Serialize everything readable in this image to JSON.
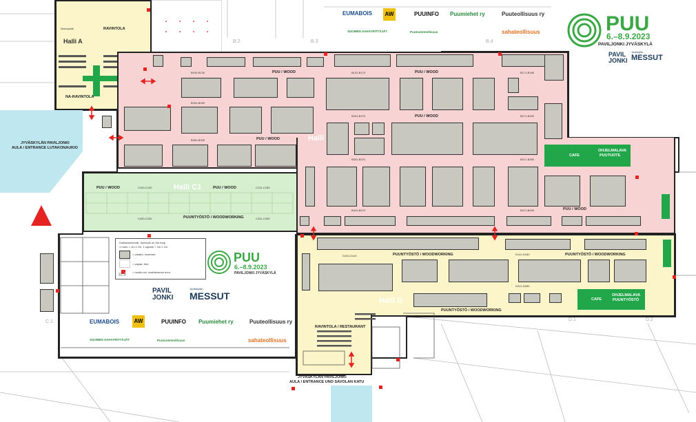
{
  "map": {
    "hall_a": {
      "name": "Halli A",
      "labels": [
        "RAVINTOLA",
        "NA-RAVINTOLA",
        "Noutopiste"
      ]
    },
    "hall_b": {
      "name": "Halli B",
      "wood": "PUU / WOOD",
      "codes": [
        "B100-B130",
        "B131-B170",
        "B171-B180",
        "B200-B250",
        "B251-B270",
        "B271-B290",
        "B300-B330",
        "B331-B370",
        "B371-B390",
        "B431-B470",
        "B471-B490"
      ]
    },
    "hall_c1": {
      "name": "Halli C1",
      "wood": "PUU / WOOD",
      "working": "PUUNTYÖSTÖ / WOODWORKING",
      "codes": [
        "C100-C130",
        "C131-C150",
        "C200-C230",
        "C231-C250"
      ]
    },
    "hall_d": {
      "name": "Halli D",
      "working": "PUUNTYÖSTÖ / WOODWORKING",
      "codes": [
        "D100-D140",
        "D141-D180",
        "D241-D280"
      ],
      "restaurant": "RAVINTOLA / RESTAURANT"
    },
    "stages": [
      {
        "cafe": "CAFE",
        "stage": "OHJELMALAVA",
        "sub": "PUUTUOTE"
      },
      {
        "cafe": "CAFE",
        "stage": "OHJELMALAVA",
        "sub": "PUUNTYÖSTÖ"
      }
    ],
    "entrances": [
      {
        "line1": "JYVÄSKYLÄN PAVILJONKI",
        "line2": "AULA / ENTRANCE LUTAKONAUKIO"
      },
      {
        "line1": "JYVÄSKYLÄN PAVILJONKI",
        "line2": "AULA / ENTRANCE UNO SAVOLAN KATU"
      }
    ],
    "doors": [
      "B.2",
      "B.3",
      "B.4",
      "C.1",
      "D.1",
      "D.2",
      "B.3"
    ]
  },
  "legend": {
    "title": "Karttamerkinnät, Symbols on the map",
    "scale": "1 ruutu = 1m x 1m, 1 square = 1m x 1m",
    "reserved": "= varattu, reserved",
    "free": "= vapaa, free",
    "door": "= huolto-ovi, maintenance door"
  },
  "brand": {
    "title": "PUU",
    "dates": "6.–8.9.2023",
    "venue": "PAVILJONKI JYVÄSKYLÄ",
    "venue_small": "PAVILJONKI JYVÄSKYLÄ",
    "paviljonki1": "PAVIL",
    "paviljonki2": "JONKI",
    "messut_top": "Jyväskylän",
    "messut": "MESSUT",
    "accent": "#3aa845"
  },
  "sponsors": [
    "EUMABOIS",
    "AW",
    "PUUINFO",
    "Puumiehet ry",
    "Puuteollisuus ry",
    "SUOMEN SAHAYRITTÄJÄT",
    "Puutuoteteollisuus",
    "sahateollisuus"
  ]
}
